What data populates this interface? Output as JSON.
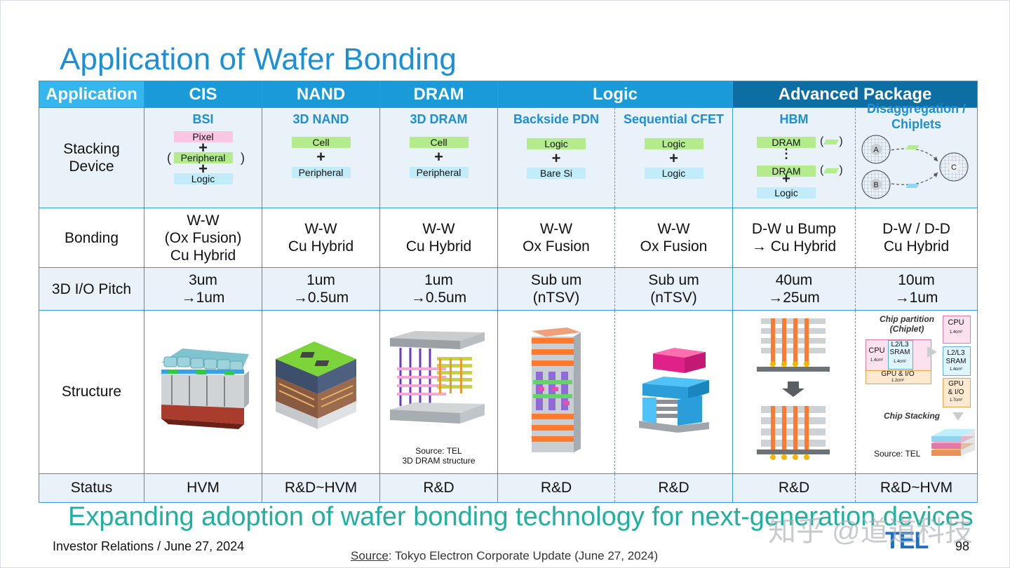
{
  "title": "Application of Wafer Bonding",
  "header": {
    "application": "Application",
    "cis": "CIS",
    "nand": "NAND",
    "dram": "DRAM",
    "logic": "Logic",
    "advanced_package": "Advanced Package"
  },
  "row_labels": {
    "stacking_device": "Stacking Device",
    "bonding": "Bonding",
    "pitch": "3D I/O Pitch",
    "structure": "Structure",
    "status": "Status"
  },
  "devices": {
    "bsi": {
      "title": "BSI",
      "top": "Pixel",
      "mid": "Peripheral",
      "bottom": "Logic",
      "paren_open": "(",
      "paren_close": ")"
    },
    "nand3d": {
      "title": "3D NAND",
      "top": "Cell",
      "bottom": "Peripheral"
    },
    "dram3d": {
      "title": "3D DRAM",
      "top": "Cell",
      "bottom": "Peripheral"
    },
    "backside_pdn": {
      "title": "Backside PDN",
      "top": "Logic",
      "bottom": "Bare Si"
    },
    "cfet": {
      "title": "Sequential CFET",
      "top": "Logic",
      "bottom": "Logic"
    },
    "hbm": {
      "title": "HBM",
      "top": "DRAM",
      "dots": "⋮",
      "mid": "DRAM",
      "bottom": "Logic"
    },
    "chiplets": {
      "title": "Disaggregation / Chiplets",
      "a": "A",
      "b": "B",
      "c": "C"
    }
  },
  "plus": "+",
  "bonding": [
    "W-W\n(Ox Fusion)\nCu Hybrid",
    "W-W\nCu Hybrid",
    "W-W\nCu Hybrid",
    "W-W\nOx Fusion",
    "W-W\nOx Fusion",
    "D-W u Bump\n→ Cu Hybrid",
    "D-W / D-D\nCu Hybrid"
  ],
  "pitch": [
    "3um\n→1um",
    "1um\n→0.5um",
    "1um\n→0.5um",
    "Sub um\n(nTSV)",
    "Sub um\n(nTSV)",
    "40um\n→25um",
    "10um\n→1um"
  ],
  "status": [
    "HVM",
    "R&D~HVM",
    "R&D",
    "R&D",
    "R&D",
    "R&D",
    "R&D~HVM"
  ],
  "structure_notes": {
    "dram_source": "Source: TEL\n3D DRAM structure",
    "chip_partition": "Chip partition\n(Chiplet)",
    "chip_stacking": "Chip Stacking",
    "adv_source": "Source: TEL",
    "cpu": "CPU",
    "cpu_area": "1.4cm²",
    "sram": "L2/L3\nSRAM",
    "sram_area": "1.4cm²",
    "gpu": "GPU & I/O",
    "gpu_area": "1.2cm²",
    "gpu_split": "GPU\n& I/O",
    "gpu_split_area": "1.7cm²"
  },
  "footer": {
    "headline": "Expanding adoption of wafer bonding technology for next-generation devices",
    "investor": "Investor Relations / June 27, 2024",
    "source_label": "Source",
    "source_text": ": Tokyo Electron Corporate Update (June 27, 2024)",
    "page_number": "98",
    "logo": "TEL",
    "watermark": "知乎 @道道科技"
  },
  "colors": {
    "title": "#1c8fd6",
    "header": "#1a9ad9",
    "header_app": "#36b6ee",
    "header_adv": "#0d6ea3",
    "row_tint": "#eaf2f9",
    "footer_headline": "#1fb0a2"
  }
}
